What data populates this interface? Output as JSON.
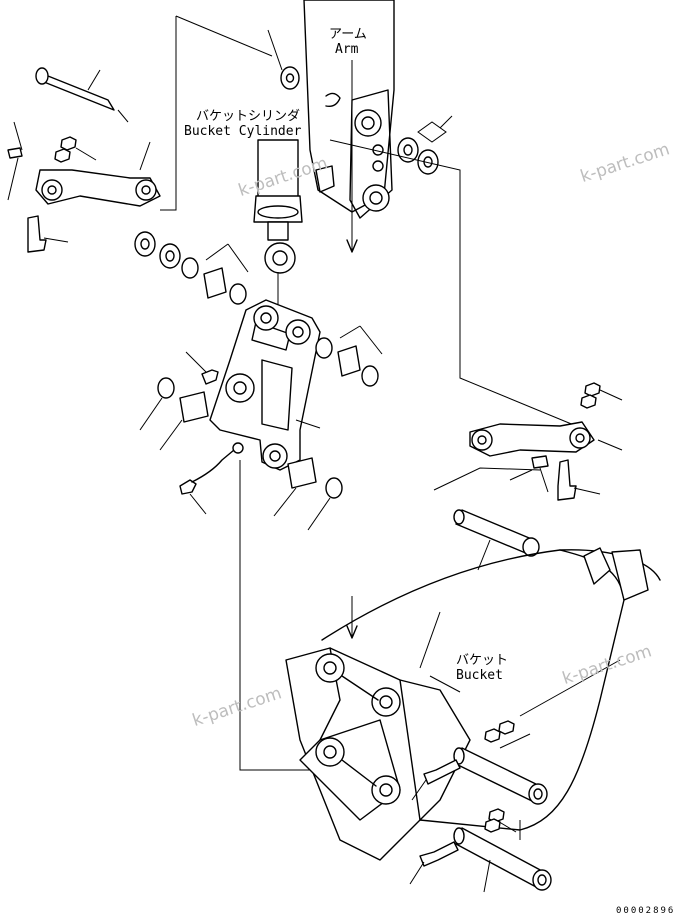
{
  "labels": {
    "arm_jp": "アーム",
    "arm_en": "Arm",
    "bucket_cylinder_jp": "バケットシリンダ",
    "bucket_cylinder_en": "Bucket Cylinder",
    "bucket_jp": "バケット",
    "bucket_en": "Bucket"
  },
  "watermarks": [
    "k-part.com",
    "k-part.com",
    "k-part.com",
    "k-part.com"
  ],
  "drawing_code": "00002896"
}
